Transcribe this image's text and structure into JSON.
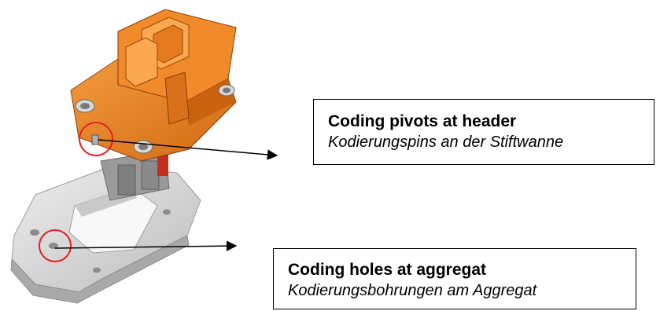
{
  "callouts": [
    {
      "title": "Coding pivots at header",
      "subtitle": "Kodierungspins an der Stiftwanne"
    },
    {
      "title": "Coding holes at aggregat",
      "subtitle": "Kodierungsbohrungen am Aggregat"
    }
  ],
  "colors": {
    "header_orange": "#E07A1F",
    "header_orange_dark": "#A94F0B",
    "base_grey": "#D4D4D4",
    "marker_red": "#E02020",
    "line": "#000000"
  }
}
